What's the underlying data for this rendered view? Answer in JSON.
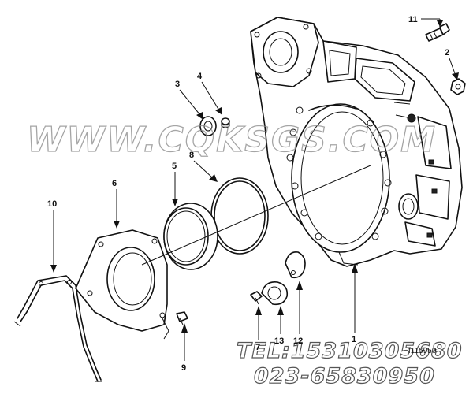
{
  "diagram": {
    "watermark": "WWW.CQKSGS.COM",
    "phone_line_1": "TEL:15310305680",
    "phone_line_2": "023-65830950",
    "figure_code": "f115950"
  },
  "callouts": [
    {
      "id": "c1",
      "label": "1"
    },
    {
      "id": "c2",
      "label": "2"
    },
    {
      "id": "c3",
      "label": "3"
    },
    {
      "id": "c4",
      "label": "4"
    },
    {
      "id": "c5",
      "label": "5"
    },
    {
      "id": "c6",
      "label": "6"
    },
    {
      "id": "c7",
      "label": "7"
    },
    {
      "id": "c8",
      "label": "8"
    },
    {
      "id": "c9",
      "label": "9"
    },
    {
      "id": "c10",
      "label": "10"
    },
    {
      "id": "c11",
      "label": "11"
    },
    {
      "id": "c12",
      "label": "12"
    },
    {
      "id": "c13",
      "label": "13"
    }
  ]
}
